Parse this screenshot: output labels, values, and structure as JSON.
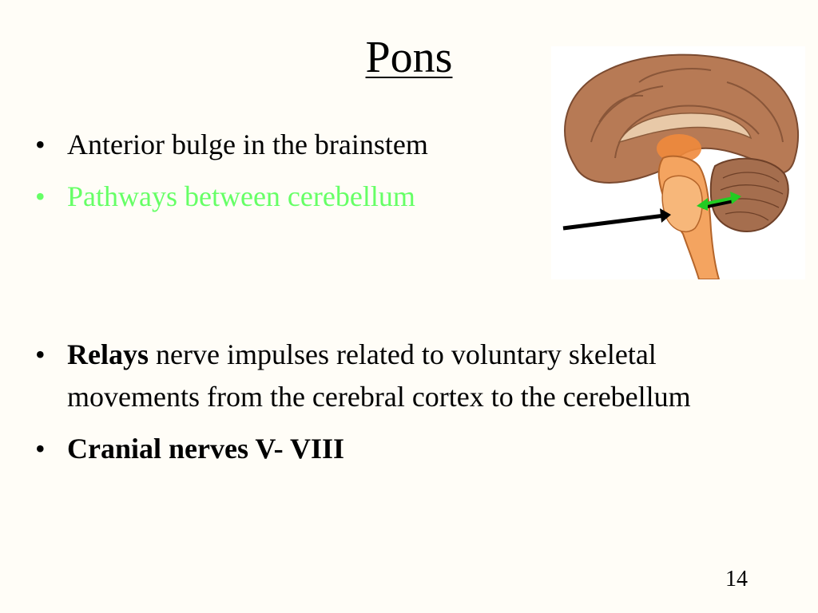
{
  "slide": {
    "title": "Pons",
    "bullets_top": [
      {
        "text": "Anterior bulge in the brainstem",
        "color": "#000000"
      },
      {
        "text": "Pathways between cerebellum",
        "color": "#66ff66"
      }
    ],
    "bullets_bottom": [
      {
        "bold": "Relays",
        "text": " nerve impulses related to voluntary skeletal movements from the cerebral cortex to the cerebellum"
      },
      {
        "bold": "Cranial nerves V- VIII",
        "text": ""
      }
    ],
    "bullet_symbol": "•",
    "page_number": "14"
  },
  "figure": {
    "brain_color": "#b77a55",
    "brainstem_color": "#f4a460",
    "arrow_pointer_color": "#000000",
    "arrow_pathway_color": "#22cc22"
  }
}
